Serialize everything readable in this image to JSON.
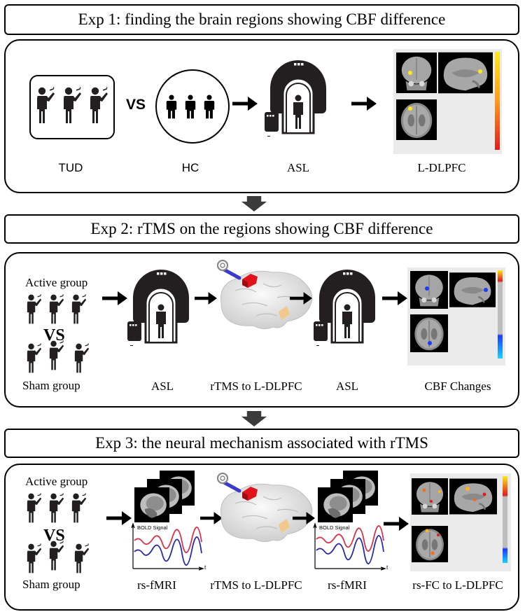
{
  "exp1": {
    "title": "Exp 1: finding the brain regions showing CBF difference",
    "labels": {
      "tud": "TUD",
      "vs": "VS",
      "hc": "HC",
      "asl": "ASL",
      "result": "L-DLPFC"
    }
  },
  "exp2": {
    "title": "Exp 2: rTMS on the regions showing CBF difference",
    "labels": {
      "active": "Active group",
      "vs": "VS",
      "sham": "Sham group",
      "asl1": "ASL",
      "rtms": "rTMS to L-DLPFC",
      "asl2": "ASL",
      "result": "CBF Changes"
    }
  },
  "exp3": {
    "title": "Exp 3: the neural mechanism associated with rTMS",
    "labels": {
      "active": "Active group",
      "vs": "VS",
      "sham": "Sham group",
      "fmri1": "rs-fMRI",
      "rtms": "rTMS to L-DLPFC",
      "fmri2": "rs-fMRI",
      "result": "rs-FC to L-DLPFC",
      "bold": "BOLD Signal",
      "t": "t"
    }
  },
  "colors": {
    "ink": "#231f20",
    "coil_red": "#e0141a",
    "coil_blue": "#3a3acb",
    "signal_red": "#d8324a",
    "signal_blue": "#2a2aa8",
    "hot_yellow": "#ffe81a",
    "hot_red": "#e21b1b",
    "cool_blue": "#1a3cff"
  },
  "icons": [
    "smoker-icon",
    "person-icon",
    "mri-scanner-icon",
    "brain-rtms-icon",
    "brain-scan-icon",
    "bold-signal-icon",
    "arrow-right-icon",
    "arrow-down-icon"
  ]
}
